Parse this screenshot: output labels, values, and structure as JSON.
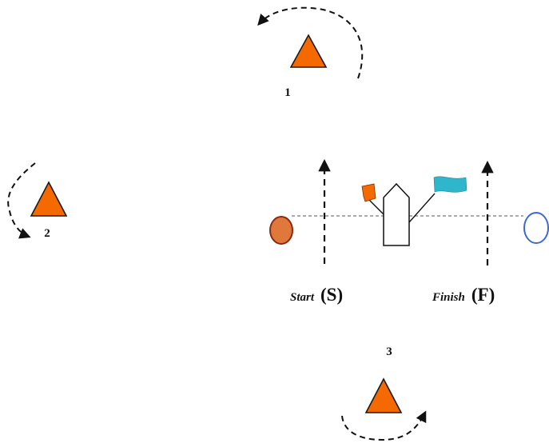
{
  "colors": {
    "mark": "#f46a00",
    "mark_stroke": "#1a1a1a",
    "start_buoy": "#e0783c",
    "start_buoy_stroke": "#8a2a10",
    "finish_buoy_stroke": "#3a68d6",
    "orange_flag": "#f46a00",
    "blue_flag": "#2fb5cc",
    "line": "#777777",
    "arrow": "#111111"
  },
  "marks": [
    {
      "label": "1",
      "rounding": "counter-clockwise"
    },
    {
      "label": "2",
      "rounding": "counter-clockwise"
    },
    {
      "label": "3",
      "rounding": "counter-clockwise"
    }
  ],
  "start": {
    "word": "Start",
    "code": "(S)"
  },
  "finish": {
    "word": "Finish",
    "code": "(F)"
  },
  "icons": {
    "committee_boat": "boat-icon",
    "start_flag": "orange-flag-icon",
    "finish_flag": "blue-flag-icon",
    "start_buoy": "orange-buoy-icon",
    "finish_buoy": "blue-buoy-icon"
  }
}
